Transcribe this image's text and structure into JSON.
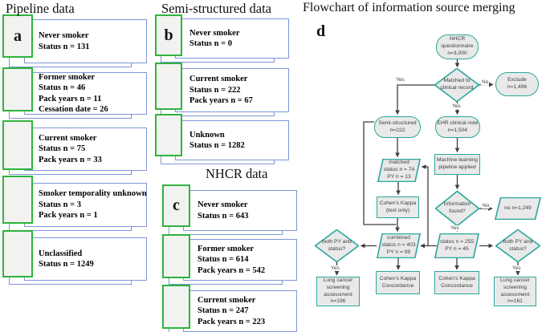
{
  "panels": {
    "pipeline": {
      "title": "Pipeline data",
      "label": "a",
      "items": [
        {
          "lines": [
            "Never smoker",
            "Status n = 131"
          ]
        },
        {
          "lines": [
            "Former smoker",
            "Status n = 46",
            "Pack years n = 11",
            "Cessation date = 26"
          ]
        },
        {
          "lines": [
            "Current smoker",
            "Status n = 75",
            "Pack years n = 33"
          ]
        },
        {
          "lines": [
            "Smoker temporality unknown",
            "Status n = 3",
            "Pack years n = 1"
          ]
        },
        {
          "lines": [
            "Unclassified",
            "Status n = 1249"
          ]
        }
      ]
    },
    "semi_structured": {
      "title": "Semi-structured data",
      "label": "b",
      "items": [
        {
          "lines": [
            "Never smoker",
            "Status n = 0"
          ]
        },
        {
          "lines": [
            "Current smoker",
            "Status n = 222",
            "Pack years n = 67"
          ]
        },
        {
          "lines": [
            "Unknown",
            "Status n = 1282"
          ]
        }
      ]
    },
    "nhcr": {
      "title": "NHCR data",
      "label": "c",
      "items": [
        {
          "lines": [
            "Never smoker",
            "Status n = 643"
          ]
        },
        {
          "lines": [
            "Former smoker",
            "Status n = 614",
            "Pack years n = 542"
          ]
        },
        {
          "lines": [
            "Current smoker",
            "Status n = 247",
            "Pack years n = 223"
          ]
        }
      ]
    }
  },
  "flowchart": {
    "title": "Flowchart of information source merging",
    "label": "d",
    "colors": {
      "shape_border": "#2aa79b",
      "shape_fill": "#e9e9e9",
      "arrow": "#3f3f3f",
      "green_box_border": "#2db43c",
      "blue_box_border": "#7d96d7"
    },
    "nodes": {
      "nhcr_questionnaire": {
        "type": "terminator",
        "lines": [
          "NHCR",
          "questionnaire",
          "n=3,000"
        ]
      },
      "matched_to_record": {
        "type": "decision",
        "lines": [
          "Matched to",
          "clinical record"
        ]
      },
      "exclude": {
        "type": "terminator",
        "lines": [
          "Exclude",
          "n=1,496"
        ]
      },
      "semi_structured": {
        "type": "terminator",
        "lines": [
          "Semi-structured",
          "n=222"
        ]
      },
      "ehr_note": {
        "type": "terminator",
        "lines": [
          "EHR clinical note",
          "n=1,504"
        ]
      },
      "matched_data": {
        "type": "data",
        "lines": [
          "matched",
          "status n = 74",
          "PY n = 13"
        ]
      },
      "ml_pipeline": {
        "type": "process",
        "lines": [
          "Machine learning",
          "pipeline applied"
        ]
      },
      "kappa_text": {
        "type": "process",
        "lines": [
          "Cohen's Kappa",
          "(text only)"
        ]
      },
      "info_found": {
        "type": "decision",
        "lines": [
          "Information",
          "found?"
        ]
      },
      "no_info": {
        "type": "data",
        "lines": [
          "no n=1,249"
        ]
      },
      "combined": {
        "type": "data",
        "lines": [
          "combined",
          "status n = 403",
          "PY n = 99"
        ]
      },
      "status_py": {
        "type": "data",
        "lines": [
          "status n = 255",
          "PY n = 45"
        ]
      },
      "both_left": {
        "type": "decision",
        "lines": [
          "both PY and",
          "status?"
        ]
      },
      "both_right": {
        "type": "decision",
        "lines": [
          "both PY and",
          "status?"
        ]
      },
      "lung_left": {
        "type": "process",
        "lines": [
          "Lung cancer",
          "screening",
          "assessment",
          "n=196"
        ]
      },
      "kappa_conc_left": {
        "type": "process",
        "lines": [
          "Cohen's Kappa",
          "Concordance"
        ]
      },
      "kappa_conc_right": {
        "type": "process",
        "lines": [
          "Cohen's Kappa",
          "Concordance"
        ]
      },
      "lung_right": {
        "type": "process",
        "lines": [
          "Lung cancer",
          "screening",
          "assessment",
          "n=161"
        ]
      }
    },
    "edge_labels": {
      "yes": "Yes",
      "no": "No"
    }
  }
}
